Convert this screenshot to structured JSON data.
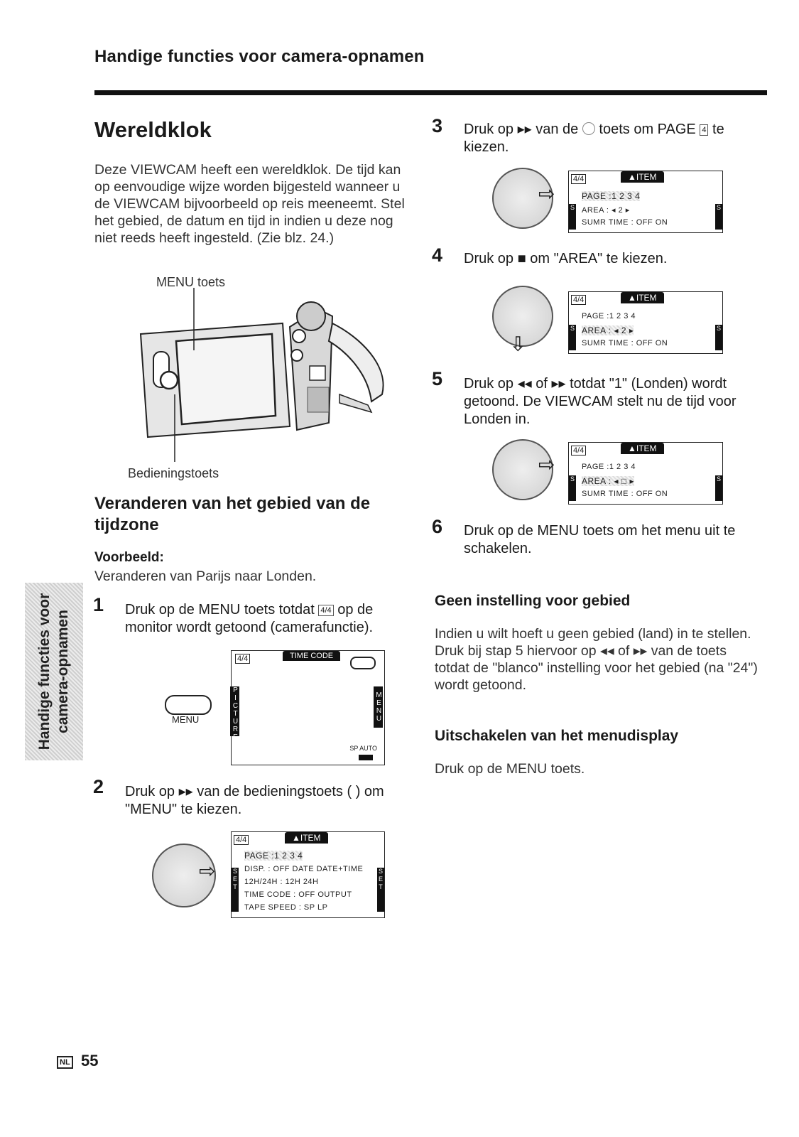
{
  "header": {
    "title": "Handige functies voor camera-opnamen"
  },
  "section": {
    "title": "Wereldklok",
    "intro": "Deze VIEWCAM heeft een wereldklok. De tijd kan op eenvoudige wijze worden bijgesteld wanneer u de VIEWCAM bijvoorbeeld op reis meeneemt. Stel het gebied, de datum en tijd in indien u deze nog niet reeds heeft ingesteld. (Zie blz. 24.)",
    "menu_key_label": "MENU toets",
    "control_key_label": "Bedieningstoets"
  },
  "subsection": {
    "title": "Veranderen van het gebied van de tijdzone",
    "example_label": "Voorbeeld:",
    "example_text": "Veranderen van Parijs naar Londen."
  },
  "steps": [
    {
      "num": "1",
      "text_a": "Druk op de MENU toets totdat",
      "icon": "4/4",
      "text_b": "op de monitor wordt getoond (camerafunctie)."
    },
    {
      "num": "2",
      "text": "Druk op ▸▸ van de bedieningstoets ( ) om \"MENU\" te kiezen."
    },
    {
      "num": "3",
      "text_a": "Druk op ▸▸ van de",
      "text_b": "toets om PAGE",
      "icon": "4",
      "text_c": "te kiezen."
    },
    {
      "num": "4",
      "text": "Druk op ■ om \"AREA\" te kiezen."
    },
    {
      "num": "5",
      "text": "Druk op ◂◂ of ▸▸ totdat \"1\" (Londen) wordt getoond. De VIEWCAM stelt nu de tijd voor Londen in."
    },
    {
      "num": "6",
      "text": "Druk op de MENU toets om het menu uit te schakelen."
    }
  ],
  "screens": {
    "step1": {
      "page": "4/4",
      "tab": "TIME CODE",
      "left_tab": "PICTURE",
      "right_tab": "MENU",
      "status": "SP AUTO",
      "menu_button": "MENU"
    },
    "step2": {
      "page": "4/4",
      "tag": "▲ITEM",
      "rows": [
        "PAGE :1 2 3 4",
        "DISP. : OFF DATE DATE+TIME",
        "12H/24H : 12H 24H",
        "TIME CODE : OFF OUTPUT",
        "TAPE SPEED : SP LP"
      ]
    },
    "step3": {
      "page": "4/4",
      "tag": "▲ITEM",
      "rows": [
        "PAGE :1 2 3 4",
        "AREA : ◂ 2 ▸",
        "SUMR TIME : OFF ON"
      ]
    },
    "step4": {
      "page": "4/4",
      "tag": "▲ITEM",
      "rows": [
        "PAGE :1 2 3 4",
        "AREA : ◂ 2 ▸",
        "SUMR TIME : OFF ON"
      ]
    },
    "step5": {
      "page": "4/4",
      "tag": "▲ITEM",
      "rows": [
        "PAGE :1 2 3 4",
        "AREA : ◂ □ ▸",
        "SUMR TIME : OFF ON"
      ]
    }
  },
  "notes": [
    {
      "title": "Geen instelling voor gebied",
      "text": "Indien u wilt hoeft u geen gebied (land) in te stellen. Druk bij stap 5 hiervoor op ◂◂ of ▸▸ van de  toets totdat de \"blanco\" instelling voor het gebied (na \"24\") wordt getoond."
    },
    {
      "title": "Uitschakelen van het menudisplay",
      "text": "Druk op de MENU toets."
    }
  ],
  "side_tab": {
    "line1": "Handige functies voor",
    "line2": "camera-opnamen"
  },
  "footer": {
    "lang": "NL",
    "page": "55"
  }
}
